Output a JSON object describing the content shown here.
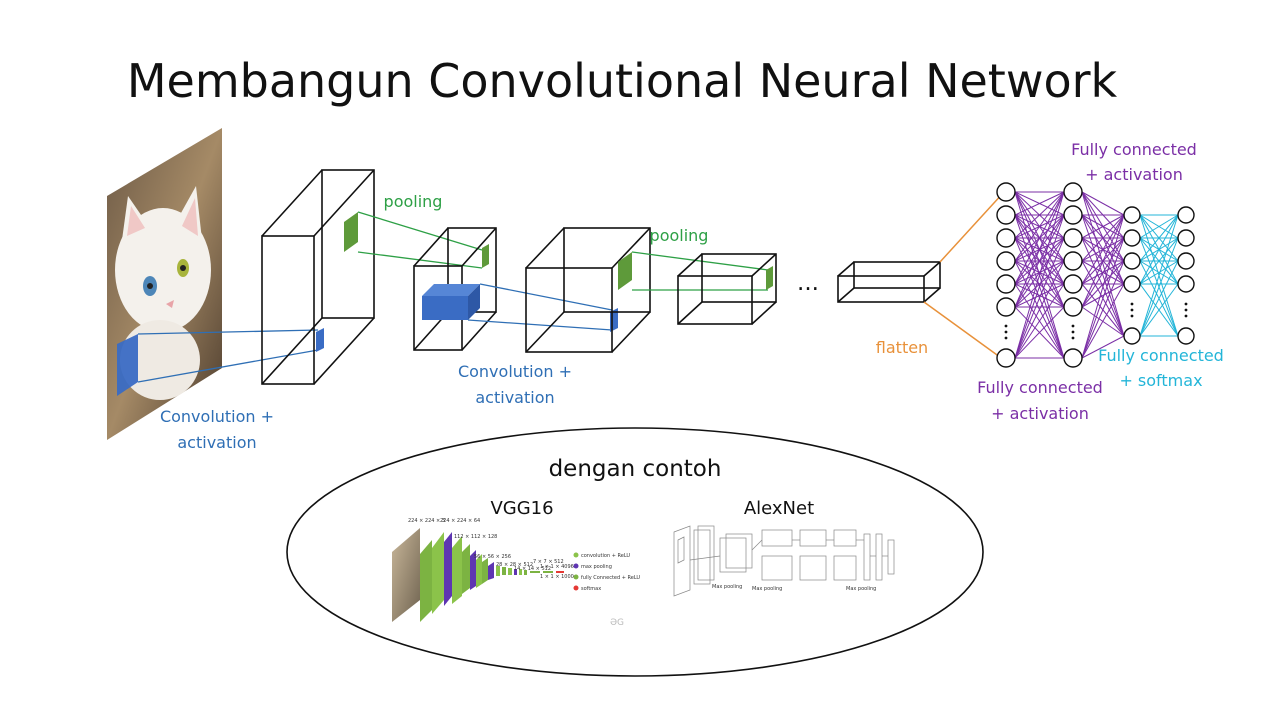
{
  "title": "Membangun Convolutional Neural Network",
  "labels": {
    "conv1": [
      "Convolution +",
      "activation"
    ],
    "pool1": "pooling",
    "conv2": [
      "Convolution +",
      "activation"
    ],
    "pool2": "pooling",
    "ellipsis": "...",
    "flatten": "flatten",
    "fc_top": [
      "Fully connected",
      "+ activation"
    ],
    "fc_bottom": [
      "Fully connected",
      "+ activation"
    ],
    "fc_softmax": [
      "Fully connected",
      "+ softmax"
    ]
  },
  "examples": {
    "heading": "dengan contoh",
    "vgg16": {
      "title": "VGG16",
      "dims": [
        "224 × 224 × 3",
        "224 × 224 × 64",
        "112 × 112 × 128",
        "56 × 56 × 256",
        "28 × 28 × 512",
        "14 × 14 × 512",
        "7 × 7 × 512",
        "1 × 1 × 4096",
        "1 × 1 × 1000"
      ],
      "legend": [
        {
          "label": "convolution + ReLU",
          "color": "#8bc34a"
        },
        {
          "label": "max pooling",
          "color": "#5e35b1"
        },
        {
          "label": "fully Connected + ReLU",
          "color": "#7cb342"
        },
        {
          "label": "softmax",
          "color": "#e53935"
        }
      ],
      "watermark": "ƏG"
    },
    "alexnet": {
      "title": "AlexNet",
      "small_labels": [
        "Max pooling",
        "Max pooling",
        "Max pooling"
      ]
    }
  },
  "colors": {
    "conv_blue": "#2f6fb5",
    "pool_green": "#2ea046",
    "flatten_orange": "#e8913a",
    "fc_purple": "#7b2fa6",
    "softmax_cyan": "#23b5d8",
    "filter_green": "#5e9a3a",
    "filter_blue": "#3a6cc4"
  }
}
